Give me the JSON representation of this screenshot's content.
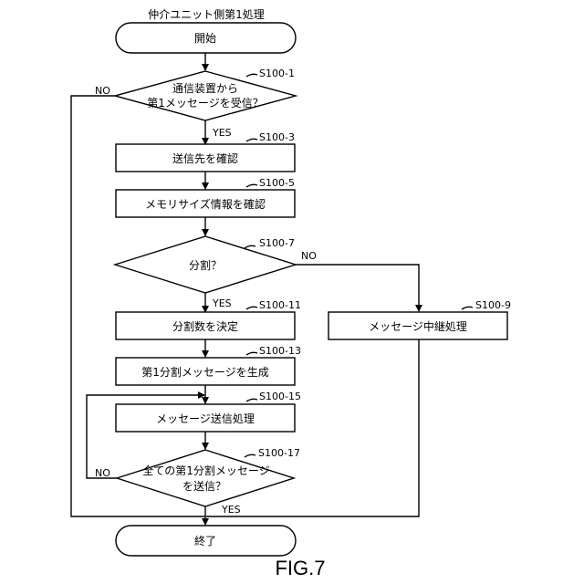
{
  "diagram": {
    "title": "仲介ユニット側第1処理",
    "figure_label": "FIG.7",
    "start": "開始",
    "end": "終了",
    "d1": {
      "line1": "通信装置から",
      "line2": "第1メッセージを受信？",
      "step": "S100-1",
      "yes": "YES",
      "no": "NO"
    },
    "s3": {
      "text": "送信先を確認",
      "step": "S100-3"
    },
    "s5": {
      "text": "メモリサイズ情報を確認",
      "step": "S100-5"
    },
    "d7": {
      "text": "分割？",
      "step": "S100-7",
      "yes": "YES",
      "no": "NO"
    },
    "s9": {
      "text": "メッセージ中継処理",
      "step": "S100-9"
    },
    "s11": {
      "text": "分割数を決定",
      "step": "S100-11"
    },
    "s13": {
      "text": "第1分割メッセージを生成",
      "step": "S100-13"
    },
    "s15": {
      "text": "メッセージ送信処理",
      "step": "S100-15"
    },
    "d17": {
      "line1": "全ての第1分割メッセージ",
      "line2": "を送信？",
      "step": "S100-17",
      "yes": "YES",
      "no": "NO"
    }
  }
}
